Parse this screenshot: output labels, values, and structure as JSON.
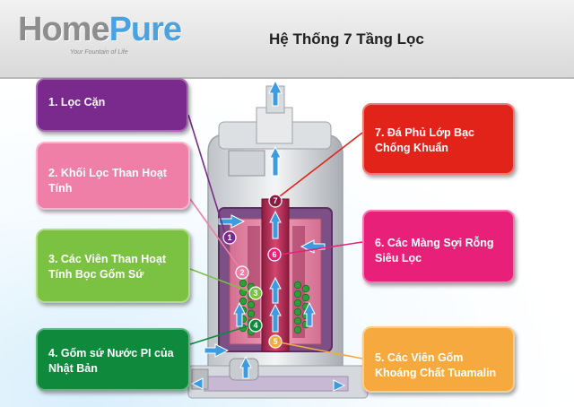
{
  "header": {
    "logo_home": "Home",
    "logo_pure": "Pure",
    "tagline": "Your Fountain of Life",
    "title": "Hệ Thống 7 Tầng Lọc"
  },
  "stages": [
    {
      "number": "1",
      "lines": [
        "1. Lọc Cặn"
      ],
      "color": "#7a2a8c"
    },
    {
      "number": "2",
      "lines": [
        "2. Khối Lọc Than Hoạt",
        "Tính"
      ],
      "color": "#f07fa8"
    },
    {
      "number": "3",
      "lines": [
        "3. Các Viên Than Hoạt",
        "Tính Bọc Gốm Sứ"
      ],
      "color": "#7cc242"
    },
    {
      "number": "4",
      "lines": [
        "4. Gốm sứ Nước PI của",
        "Nhật Bản"
      ],
      "color": "#0f8a3c"
    },
    {
      "number": "5",
      "lines": [
        "5. Các Viên Gốm",
        "Khoáng Chất Tuamalin"
      ],
      "color": "#f6a93e"
    },
    {
      "number": "6",
      "lines": [
        "6. Các Màng Sợi Rỗng",
        "Siêu Lọc"
      ],
      "color": "#e9207a"
    },
    {
      "number": "7",
      "lines": [
        "7. Đá Phủ Lớp Bạc",
        "Chống Khuẩn"
      ],
      "color": "#e2231a"
    }
  ],
  "colors": {
    "water_arrow": "#3d9be0",
    "cartridge_body": "#e58aa8",
    "cartridge_core": "#c0305a"
  }
}
